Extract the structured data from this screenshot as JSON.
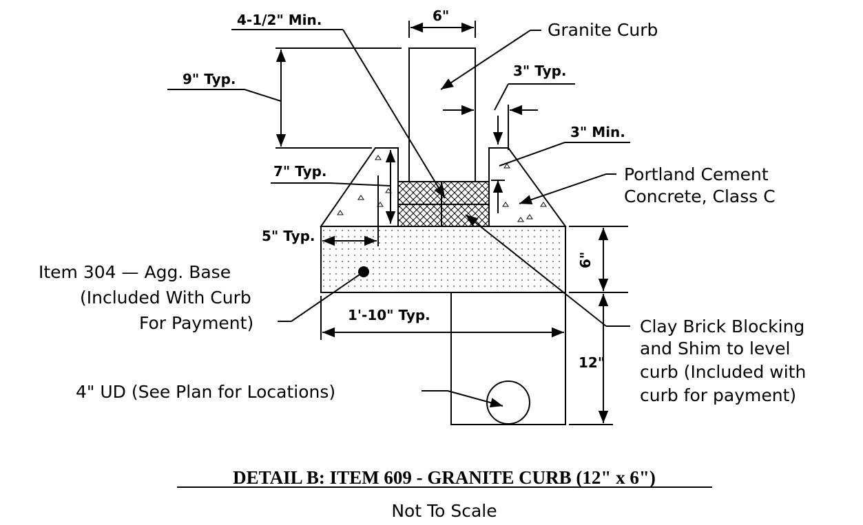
{
  "drawing": {
    "dims": {
      "curb_width": "6\"",
      "reveal_min": "4-1/2\" Min.",
      "height_typ": "9\" Typ.",
      "offset_typ": "3\" Typ.",
      "cover_min": "3\" Min.",
      "embed_typ": "7\" Typ.",
      "side_typ": "5\" Typ.",
      "base_depth": "6\"",
      "base_width": "1'-10\" Typ.",
      "trench_depth": "12\""
    },
    "callouts": {
      "granite_curb": "Granite Curb",
      "concrete": [
        "Portland Cement",
        "Concrete, Class C"
      ],
      "agg_base": [
        "Item 304 — Agg. Base",
        "(Included With Curb",
        "For Payment)"
      ],
      "brick": [
        "Clay Brick Blocking",
        "and Shim to level",
        "curb (Included with",
        "curb for payment)"
      ],
      "underdrain": "4\" UD (See Plan for Locations)"
    },
    "title": "DETAIL B:  ITEM 609 - GRANITE CURB (12\" x 6\")",
    "subtitle": "Not To Scale"
  }
}
